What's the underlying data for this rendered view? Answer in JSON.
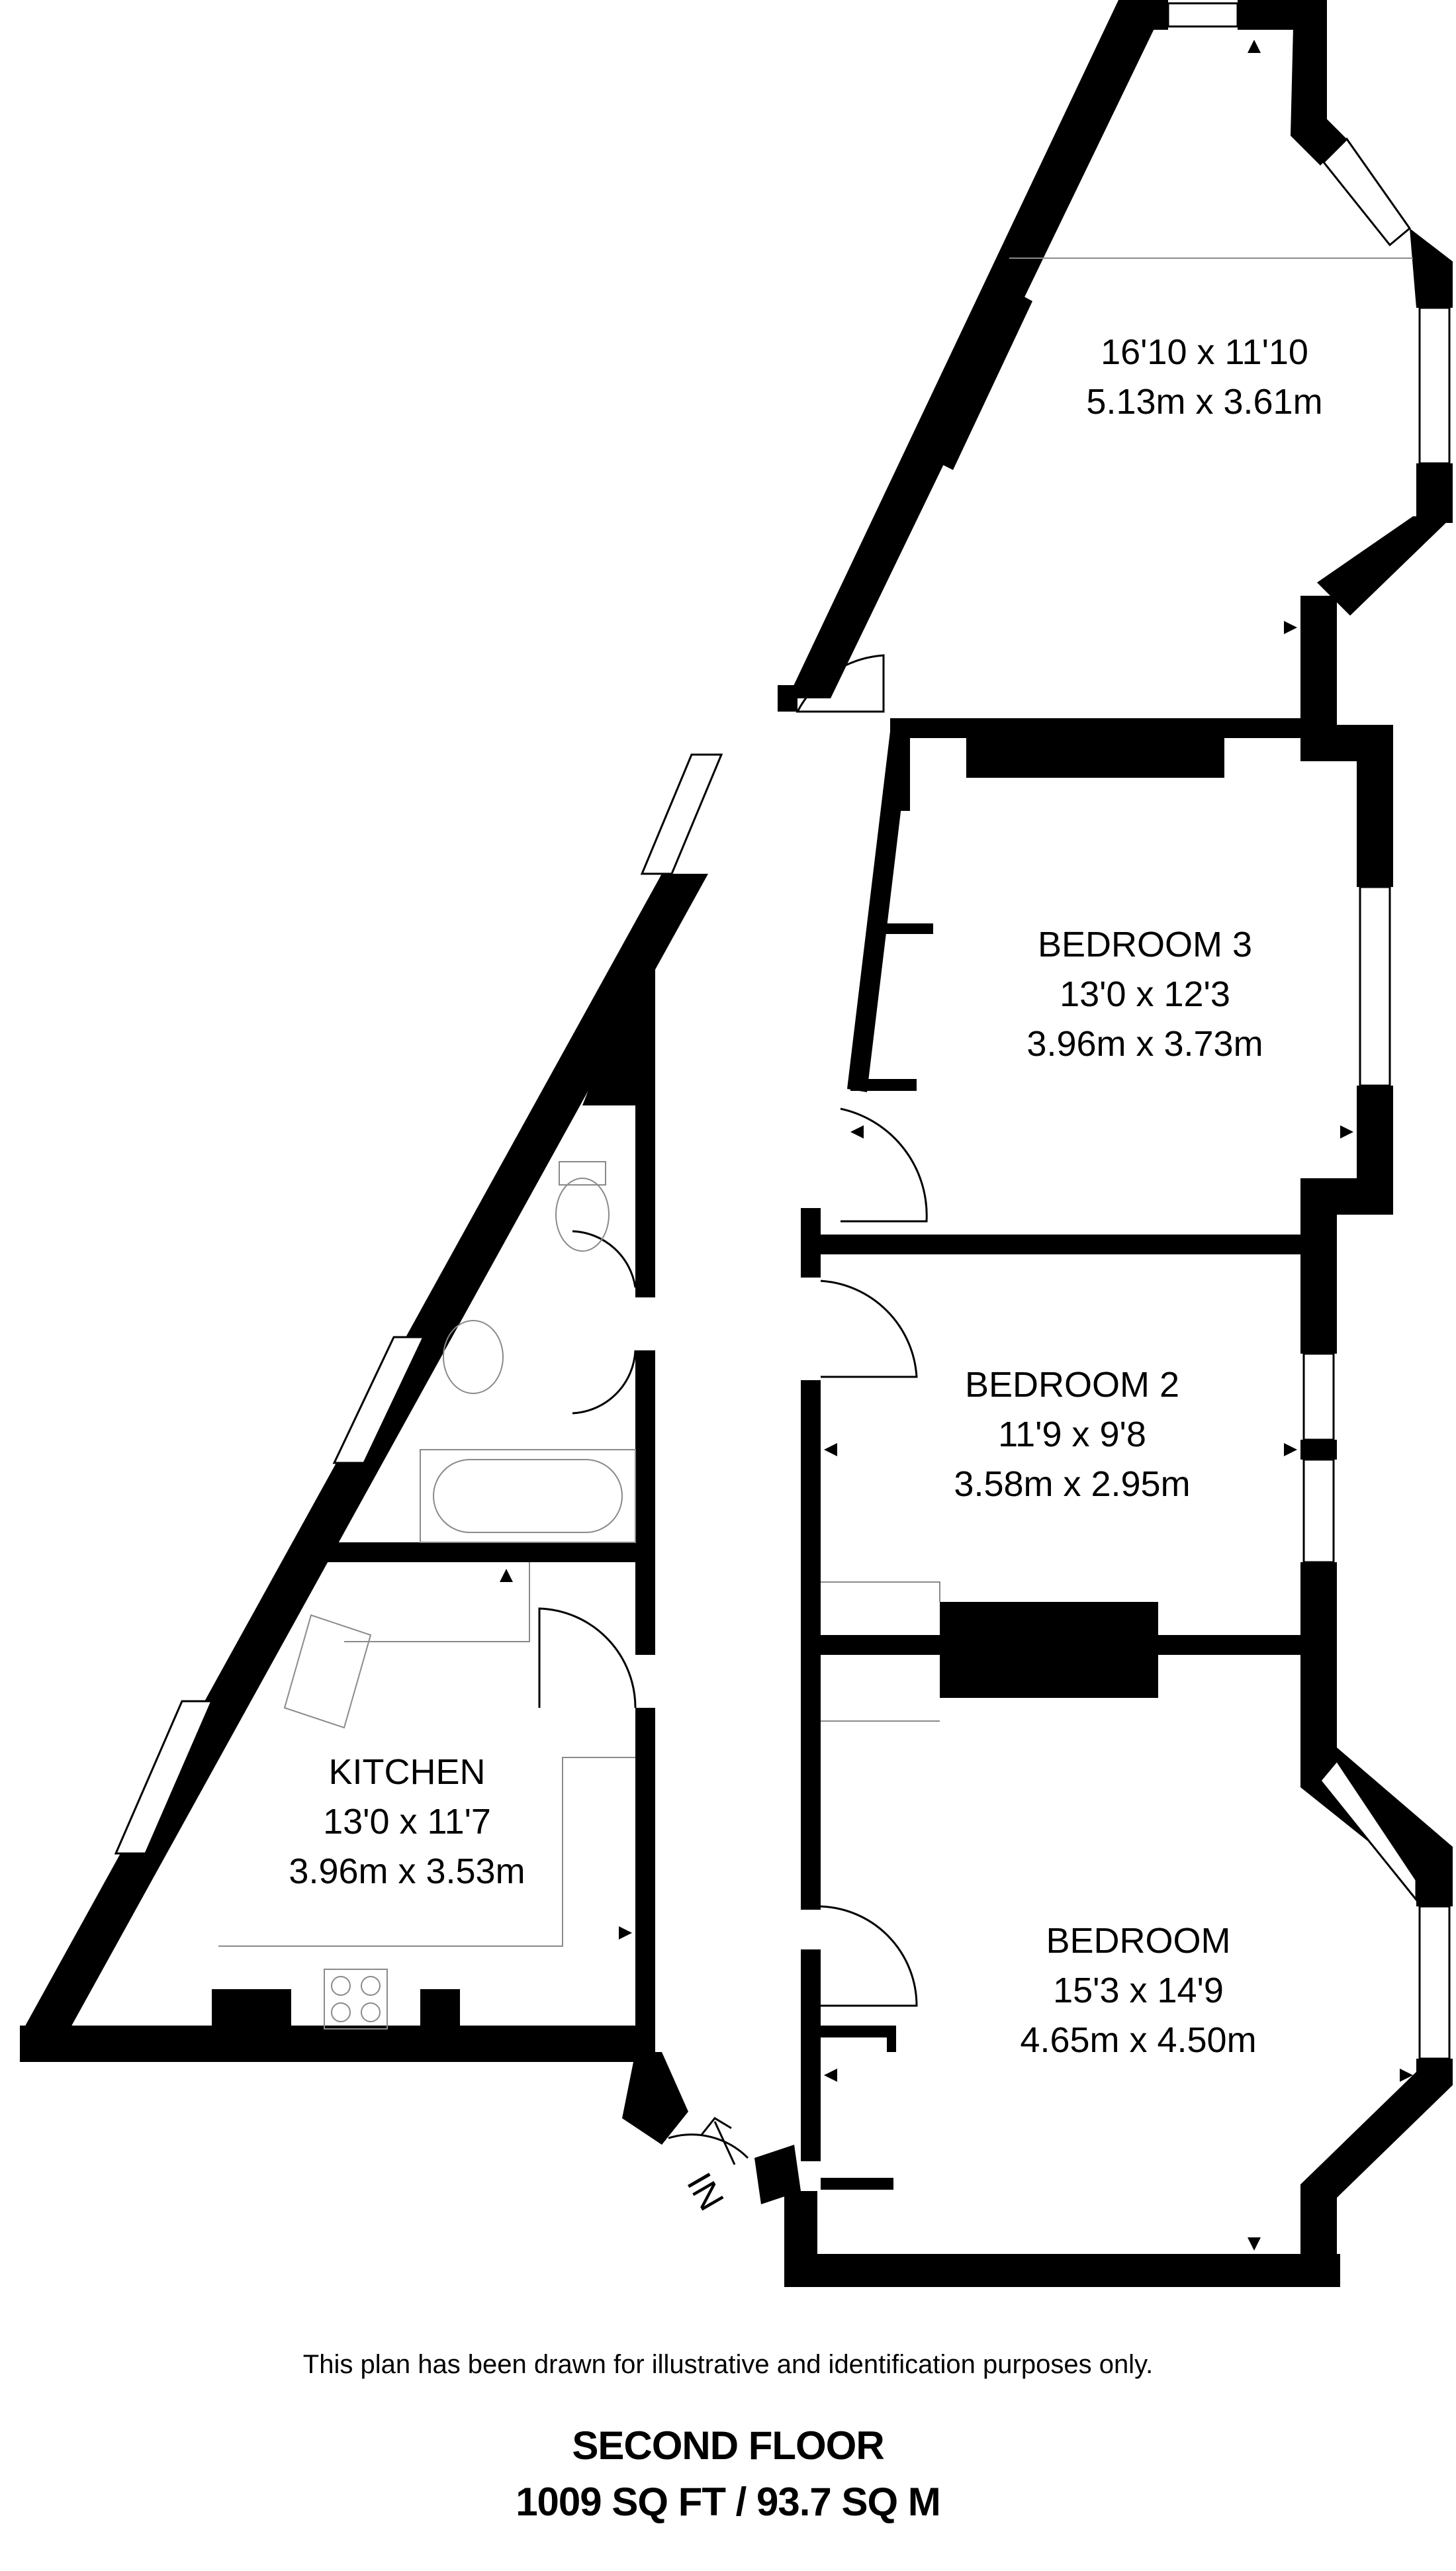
{
  "floor": {
    "name": "SECOND FLOOR",
    "area": "1009 SQ FT / 93.7 SQ M"
  },
  "disclaimer": "This plan has been drawn for illustrative and identification purposes only.",
  "entrance_label": "IN",
  "rooms": {
    "reception": {
      "name": "",
      "imperial": "16'10 x 11'10",
      "metric": "5.13m x 3.61m"
    },
    "bedroom3": {
      "name": "BEDROOM 3",
      "imperial": "13'0 x 12'3",
      "metric": "3.96m x 3.73m"
    },
    "bedroom2": {
      "name": "BEDROOM 2",
      "imperial": "11'9 x 9'8",
      "metric": "3.58m x 2.95m"
    },
    "bedroom": {
      "name": "BEDROOM",
      "imperial": "15'3 x 14'9",
      "metric": "4.65m x 4.50m"
    },
    "kitchen": {
      "name": "KITCHEN",
      "imperial": "13'0 x 11'7",
      "metric": "3.96m x 3.53m"
    }
  },
  "colors": {
    "wall": "#000000",
    "background": "#ffffff",
    "fixture": "#8a8a8a"
  }
}
